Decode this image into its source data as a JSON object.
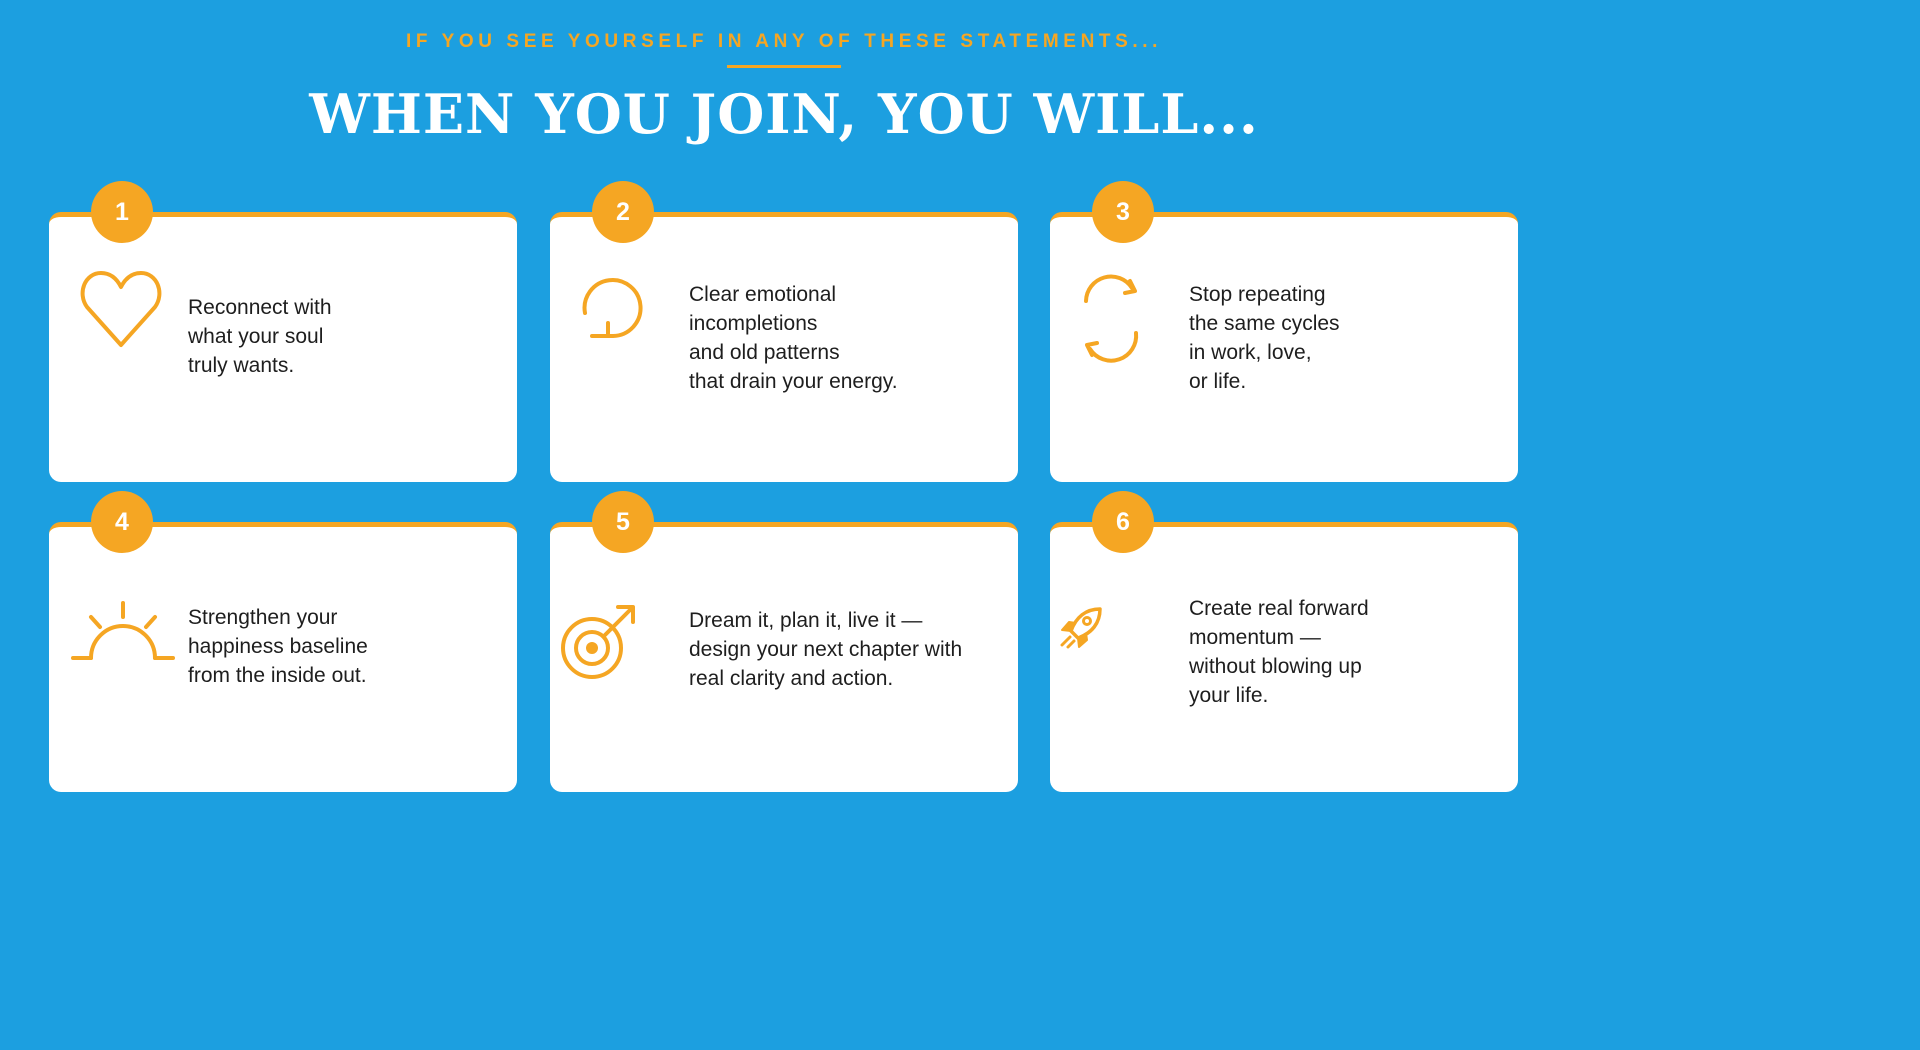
{
  "header": {
    "eyebrow": "IF YOU SEE YOURSELF IN ANY OF THESE STATEMENTS...",
    "title": "WHEN YOU JOIN, YOU WILL..."
  },
  "cards": [
    {
      "number": "1",
      "icon": "heart-icon",
      "text": "Reconnect with\nwhat your soul\ntruly wants."
    },
    {
      "number": "2",
      "icon": "release-circle-icon",
      "text": "Clear emotional\nincompletions\nand old patterns\nthat drain your energy."
    },
    {
      "number": "3",
      "icon": "cycle-arrows-icon",
      "text": "Stop repeating\nthe same cycles\nin work, love,\nor life."
    },
    {
      "number": "4",
      "icon": "sunrise-icon",
      "text": "Strengthen your\nhappiness baseline\nfrom the inside out."
    },
    {
      "number": "5",
      "icon": "target-arrow-icon",
      "text": "Dream it, plan it, live it —\ndesign your next chapter with\nreal clarity and action."
    },
    {
      "number": "6",
      "icon": "rocket-icon",
      "text": "Create real forward\nmomentum —\nwithout blowing up\nyour life."
    }
  ],
  "colors": {
    "background": "#1c9fe0",
    "accent": "#f5a623",
    "card": "#ffffff",
    "text": "#1e1e1e"
  }
}
